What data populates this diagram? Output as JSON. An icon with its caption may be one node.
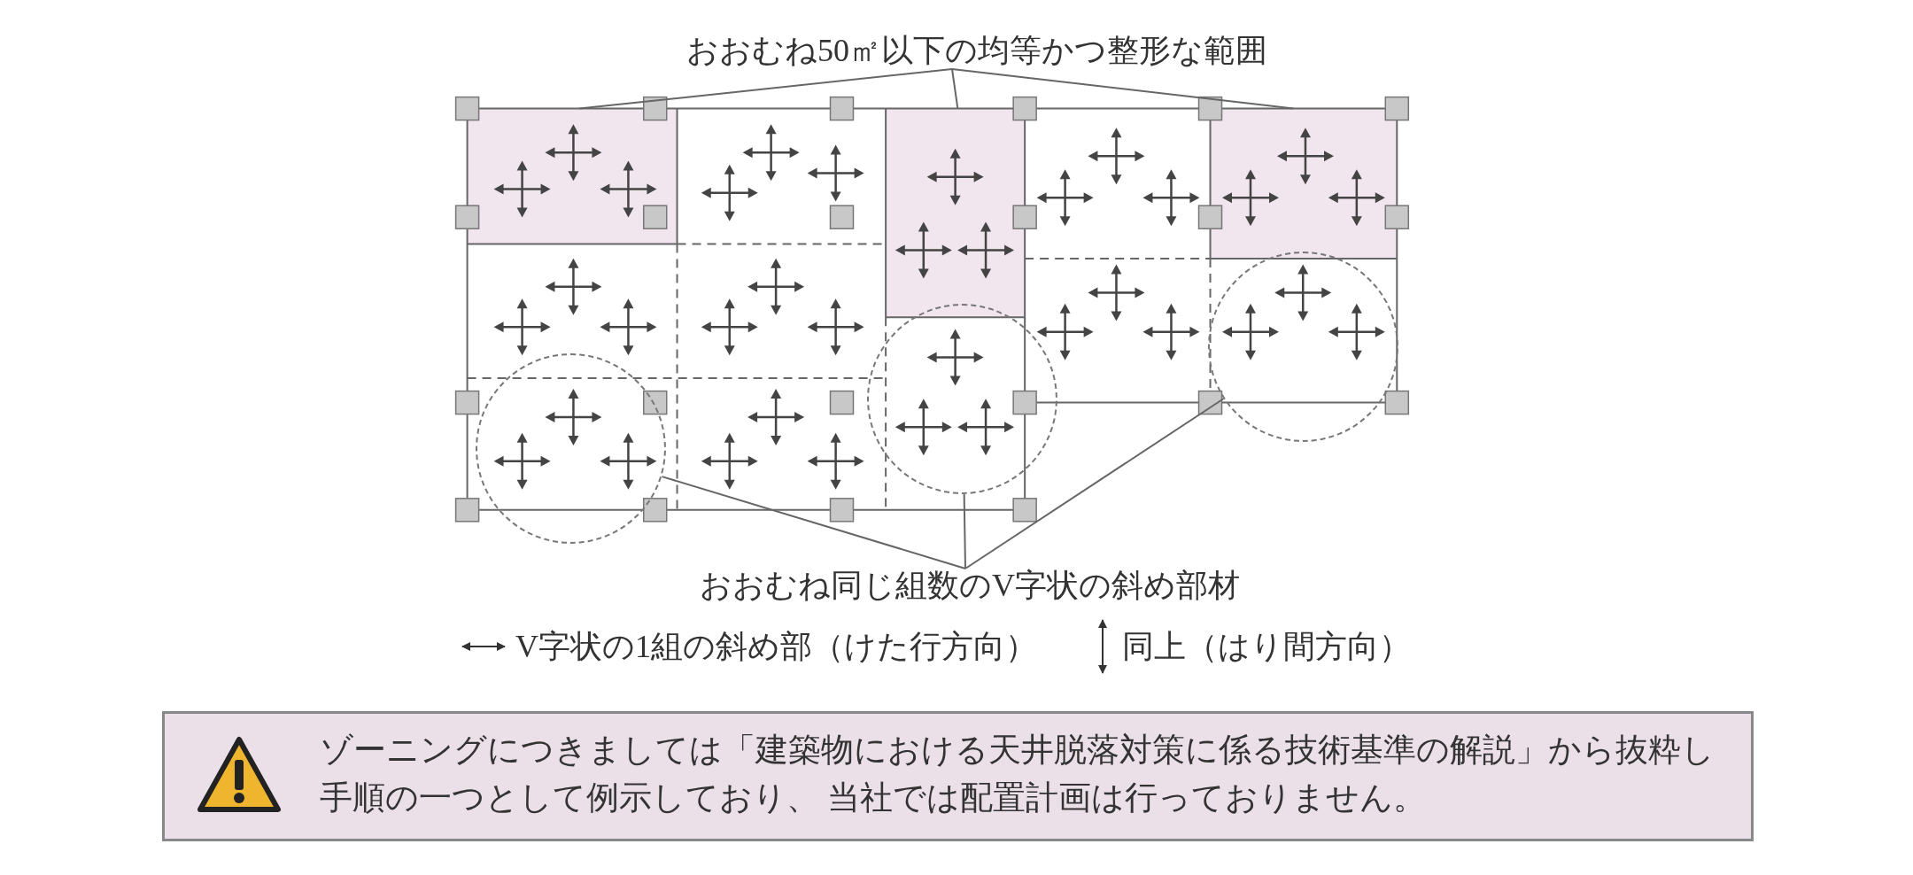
{
  "diagram": {
    "nodes": [
      {
        "text": [
          "おおむね50㎡以下の均等かつ整形な範囲"
        ]
      },
      {
        "text": [],
        "shape": "box"
      },
      {
        "text": [],
        "shape": "box"
      },
      {
        "text": [],
        "shape": "box"
      },
      {
        "text": [
          "おおむね同じ組数のV字状の斜め部材"
        ]
      },
      {
        "text": [],
        "shape": "circle"
      },
      {
        "text": [],
        "shape": "circle"
      },
      {
        "text": [],
        "shape": "circle"
      },
      {
        "text": [
          "ゾーニングにつきましては「建築物における天井脱落対策に係る技術基準の解説」から抜粋し手順の一つとして例示しており、 当社では配置計画は行っておりません。"
        ]
      }
    ],
    "edges": [
      {
        "from": 0,
        "to": 1,
        "arrow": "none"
      },
      {
        "from": 0,
        "to": 2,
        "arrow": "none"
      },
      {
        "from": 0,
        "to": 3,
        "arrow": "none"
      },
      {
        "from": 4,
        "to": 5,
        "arrow": "none"
      },
      {
        "from": 4,
        "to": 6,
        "arrow": "none"
      },
      {
        "from": 4,
        "to": 7,
        "arrow": "none"
      }
    ],
    "legend": [
      {
        "text": "V字状の1組の斜め部（けた行方向）"
      },
      {
        "text": "同上（はり間方向）"
      }
    ]
  }
}
